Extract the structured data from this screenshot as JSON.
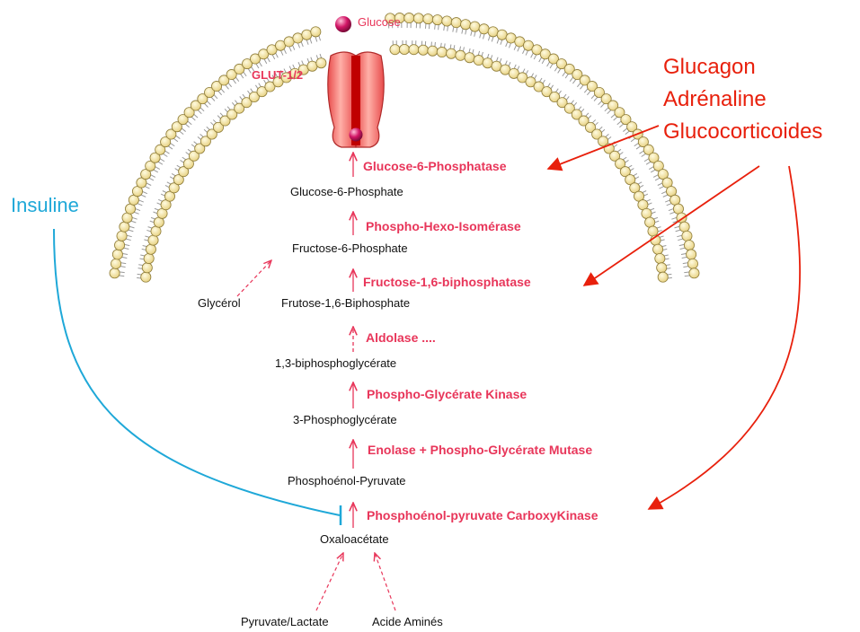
{
  "diagram": {
    "molecule": "Glucose",
    "transporter": "GLUT-1/2",
    "hormones": [
      "Glucagon",
      "Adrénaline",
      "Glucocorticoides"
    ],
    "inhibitor": "Insuline",
    "metabolites": [
      "Glucose-6-Phosphate",
      "Fructose-6-Phosphate",
      "Frutose-1,6-Biphosphate",
      "1,3-biphosphoglycérate",
      "3-Phosphoglycérate",
      "Phosphoénol-Pyruvate",
      "Oxaloacétate"
    ],
    "enzymes": [
      "Glucose-6-Phosphatase",
      "Phospho-Hexo-Isomérase",
      "Fructose-1,6-biphosphatase",
      "Aldolase ....",
      "Phospho-Glycérate Kinase",
      "Enolase + Phospho-Glycérate Mutase",
      "Phosphoénol-pyruvate CarboxyKinase"
    ],
    "side_substrates": [
      "Glycérol",
      "Pyruvate/Lactate",
      "Acide Aminés"
    ],
    "colors": {
      "enzyme": "#e8365a",
      "hormone": "#e8200c",
      "insulin": "#1fa8d8",
      "lipid_head": "#f3e4a2",
      "transporter": "#f07070"
    }
  }
}
